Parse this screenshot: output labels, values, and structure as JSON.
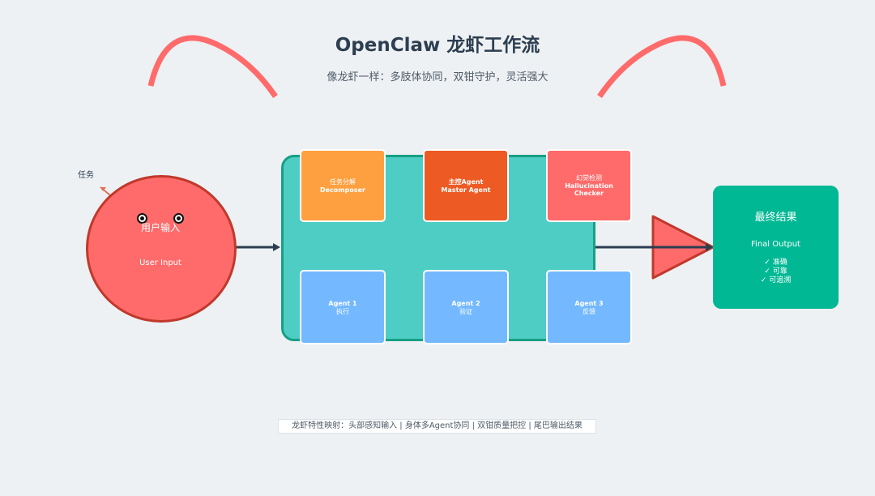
{
  "header": {
    "title": "OpenClaw 龙虾工作流",
    "subtitle": "像龙虾一样：多肢体协同，双钳守护，灵活强大"
  },
  "input": {
    "task_label": "任务",
    "label_cn": "用户输入",
    "label_en": "User Input"
  },
  "cards": {
    "decomposer": {
      "line1": "任务分解",
      "line2": "Decomposer"
    },
    "master": {
      "line1": "主控Agent",
      "line2": "Master Agent"
    },
    "checker": {
      "line1": "幻觉检测",
      "line2": "Hallucination",
      "line3": "Checker"
    },
    "agent1": {
      "line1": "Agent 1",
      "line2": "执行"
    },
    "agent2": {
      "line1": "Agent 2",
      "line2": "验证"
    },
    "agent3": {
      "line1": "Agent 3",
      "line2": "反馈"
    }
  },
  "output": {
    "label_cn": "最终结果",
    "label_en": "Final Output",
    "checks": [
      "✓ 准确",
      "✓ 可靠",
      "✓ 可追溯"
    ]
  },
  "footer": {
    "text": "龙虾特性映射：头部感知输入 | 身体多Agent协同 | 双钳质量把控 | 尾巴输出结果"
  },
  "colors": {
    "claw": "#ff6b6b",
    "input": "#ff6b6b",
    "body": "#4ecdc4",
    "decomposer": "#ffa040",
    "master": "#ee5a24",
    "agent": "#74b9ff",
    "output": "#00b894",
    "arrow": "#2c3e50"
  }
}
